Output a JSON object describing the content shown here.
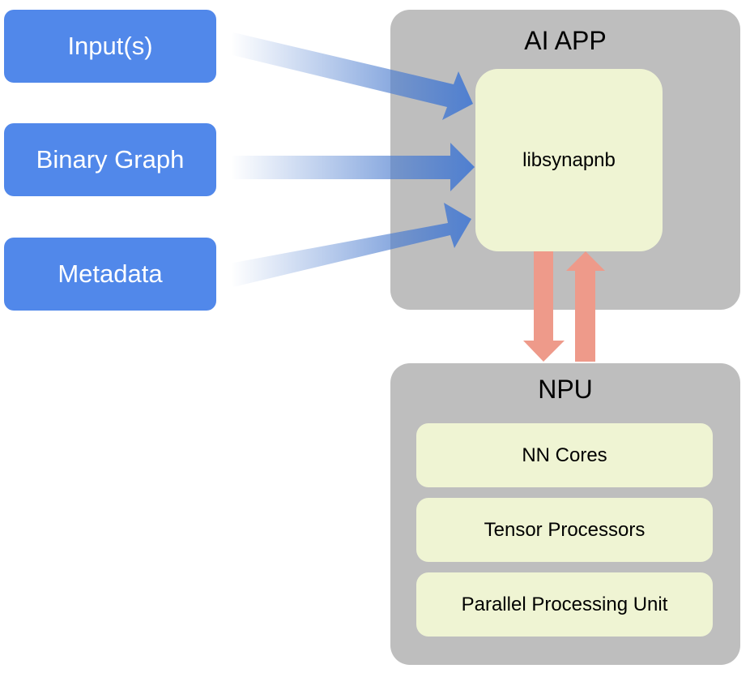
{
  "inputs": [
    {
      "label": "Input(s)"
    },
    {
      "label": "Binary Graph"
    },
    {
      "label": "Metadata"
    }
  ],
  "ai_app": {
    "title": "AI APP",
    "library": "libsynapnb"
  },
  "npu": {
    "title": "NPU",
    "components": [
      {
        "label": "NN Cores"
      },
      {
        "label": "Tensor Processors"
      },
      {
        "label": "Parallel Processing Unit"
      }
    ]
  },
  "colors": {
    "input_box": "#5188ea",
    "group_bg": "#bebebe",
    "inner_bg": "#eff4d3",
    "input_arrow": "#4f7fd0",
    "io_arrow": "#ee9a8a"
  },
  "connections": [
    {
      "from": "inputs.0",
      "to": "ai_app.library",
      "direction": "in"
    },
    {
      "from": "inputs.1",
      "to": "ai_app.library",
      "direction": "in"
    },
    {
      "from": "inputs.2",
      "to": "ai_app.library",
      "direction": "in"
    },
    {
      "from": "ai_app.library",
      "to": "npu",
      "direction": "down"
    },
    {
      "from": "npu",
      "to": "ai_app.library",
      "direction": "up"
    }
  ]
}
